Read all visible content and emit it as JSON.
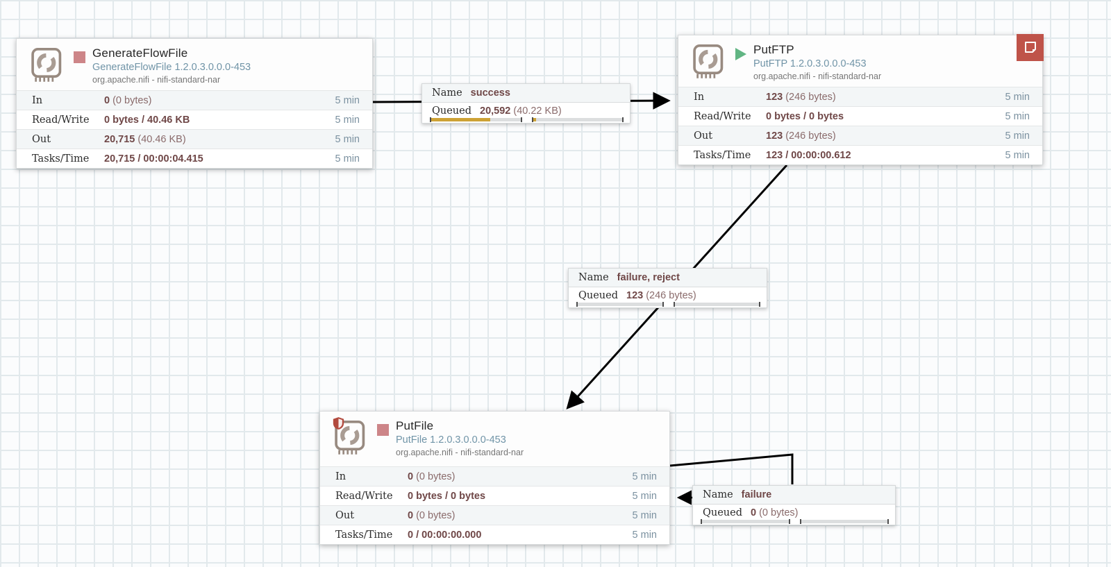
{
  "canvas": {
    "stats_window": "5 min",
    "colors": {
      "running_green": "#61b583",
      "stopped_red": "#cd8588",
      "bulletin_red": "#bf5349",
      "restricted_shield_red": "#b24a3e",
      "value_brown": "#6f4747",
      "window_bluegray": "#7b91a0",
      "type_bluegray": "#7094a7",
      "queue_bar_amber": "#cda235"
    }
  },
  "processors": [
    {
      "title": "GenerateFlowFile",
      "type": "GenerateFlowFile 1.2.0.3.0.0.0-453",
      "bundle": "org.apache.nifi - nifi-standard-nar",
      "state": "stopped",
      "stats": [
        {
          "label": "In",
          "value": "0",
          "secondary": "(0 bytes)",
          "window": "5 min"
        },
        {
          "label": "Read/Write",
          "value": "0 bytes / 40.46 KB",
          "secondary": "",
          "window": "5 min"
        },
        {
          "label": "Out",
          "value": "20,715",
          "secondary": "(40.46 KB)",
          "window": "5 min"
        },
        {
          "label": "Tasks/Time",
          "value": "20,715 / 00:00:04.415",
          "secondary": "",
          "window": "5 min"
        }
      ]
    },
    {
      "title": "PutFTP",
      "type": "PutFTP 1.2.0.3.0.0.0-453",
      "bundle": "org.apache.nifi - nifi-standard-nar",
      "state": "running",
      "has_bulletin": true,
      "stats": [
        {
          "label": "In",
          "value": "123",
          "secondary": "(246 bytes)",
          "window": "5 min"
        },
        {
          "label": "Read/Write",
          "value": "0 bytes / 0 bytes",
          "secondary": "",
          "window": "5 min"
        },
        {
          "label": "Out",
          "value": "123",
          "secondary": "(246 bytes)",
          "window": "5 min"
        },
        {
          "label": "Tasks/Time",
          "value": "123 / 00:00:00.612",
          "secondary": "",
          "window": "5 min"
        }
      ]
    },
    {
      "title": "PutFile",
      "type": "PutFile 1.2.0.3.0.0.0-453",
      "bundle": "org.apache.nifi - nifi-standard-nar",
      "state": "stopped",
      "restricted": true,
      "stats": [
        {
          "label": "In",
          "value": "0",
          "secondary": "(0 bytes)",
          "window": "5 min"
        },
        {
          "label": "Read/Write",
          "value": "0 bytes / 0 bytes",
          "secondary": "",
          "window": "5 min"
        },
        {
          "label": "Out",
          "value": "0",
          "secondary": "(0 bytes)",
          "window": "5 min"
        },
        {
          "label": "Tasks/Time",
          "value": "0 / 00:00:00.000",
          "secondary": "",
          "window": "5 min"
        }
      ]
    }
  ],
  "connections": [
    {
      "name_label": "Name",
      "name": "success",
      "queued_label": "Queued",
      "queued_count": "20,592",
      "queued_size": "(40.22 KB)",
      "count_fill_percent": 66,
      "size_fill_percent": 4
    },
    {
      "name_label": "Name",
      "name": "failure, reject",
      "queued_label": "Queued",
      "queued_count": "123",
      "queued_size": "(246 bytes)",
      "count_fill_percent": 1,
      "size_fill_percent": 0
    },
    {
      "name_label": "Name",
      "name": "failure",
      "queued_label": "Queued",
      "queued_count": "0",
      "queued_size": "(0 bytes)",
      "count_fill_percent": 0,
      "size_fill_percent": 0
    }
  ]
}
